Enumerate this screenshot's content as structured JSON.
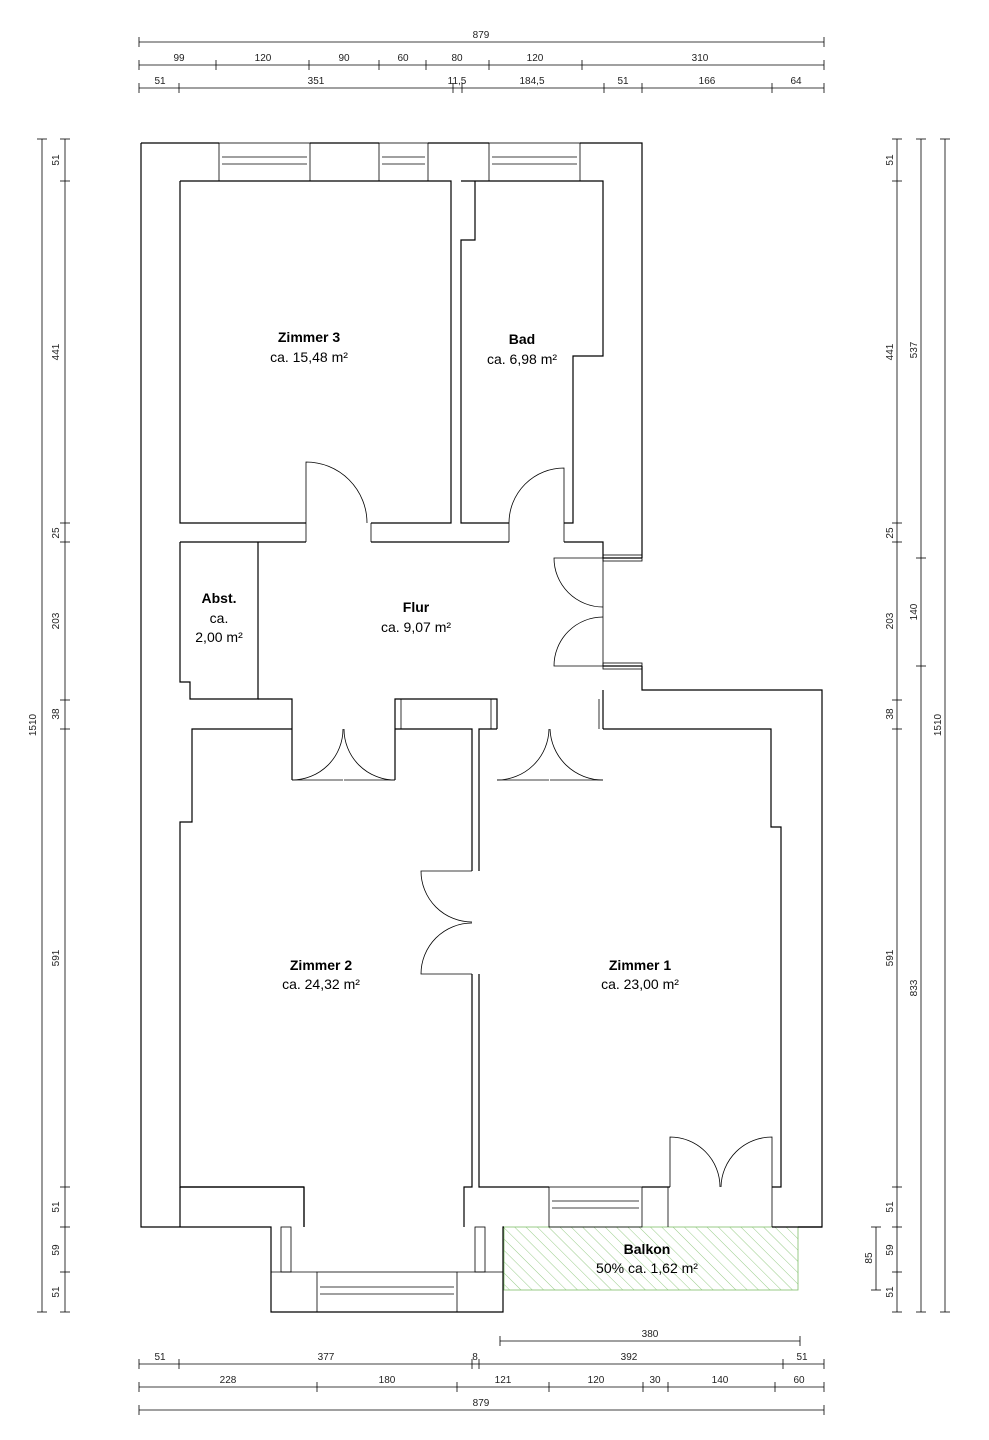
{
  "rooms": {
    "zimmer3": {
      "name": "Zimmer 3",
      "area": "ca. 15,48 m²"
    },
    "bad": {
      "name": "Bad",
      "area": "ca. 6,98 m²"
    },
    "abst": {
      "name": "Abst.",
      "area1": "ca.",
      "area2": "2,00 m²"
    },
    "flur": {
      "name": "Flur",
      "area": "ca. 9,07 m²"
    },
    "zimmer2": {
      "name": "Zimmer 2",
      "area": "ca. 24,32 m²"
    },
    "zimmer1": {
      "name": "Zimmer 1",
      "area": "ca. 23,00 m²"
    },
    "balkon": {
      "name": "Balkon",
      "area": "50% ca. 1,62 m²"
    }
  },
  "dimensions": {
    "top_total": "879",
    "top_row1": [
      "99",
      "120",
      "90",
      "60",
      "80",
      "120",
      "310"
    ],
    "top_row2": [
      "51",
      "351",
      "11,5",
      "184,5",
      "51",
      "166",
      "64"
    ],
    "left": [
      "51",
      "441",
      "25",
      "203",
      "38",
      "591",
      "51",
      "59",
      "51"
    ],
    "left_total": "1510",
    "right_inner": [
      "51",
      "441",
      "25",
      "203",
      "38",
      "591",
      "51",
      "59",
      "51"
    ],
    "right_outer": [
      "537",
      "140",
      "833"
    ],
    "right_total": "1510",
    "right_balkon": "85",
    "bottom_balkon": "380",
    "bottom_row1": [
      "51",
      "377",
      "8",
      "392",
      "51"
    ],
    "bottom_row2": [
      "228",
      "180",
      "121",
      "120",
      "30",
      "140",
      "60"
    ],
    "bottom_total": "879"
  },
  "colors": {
    "balkon_hatch": "#7fbf6a",
    "lines": "#000000"
  }
}
